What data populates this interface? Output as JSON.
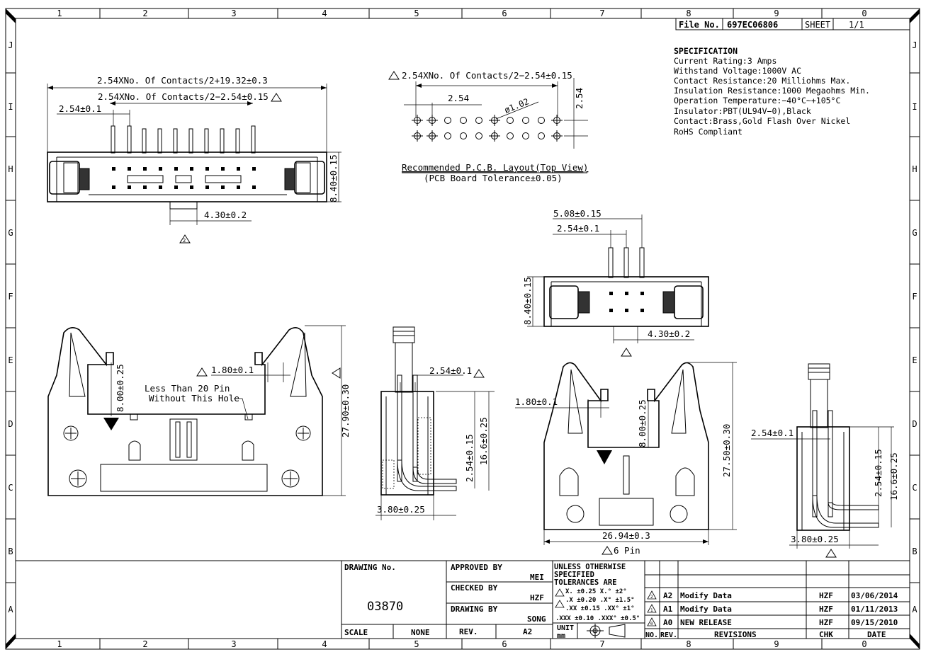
{
  "border": {
    "top_numbers": [
      "1",
      "2",
      "3",
      "4",
      "5",
      "6",
      "7",
      "8",
      "9",
      "0"
    ],
    "side_letters": [
      "J",
      "I",
      "H",
      "G",
      "F",
      "E",
      "D",
      "C",
      "B",
      "A"
    ]
  },
  "header": {
    "file_no_label": "File No.",
    "file_no_value": "697EC06806",
    "sheet_label": "SHEET",
    "sheet_value": "1/1"
  },
  "specification": {
    "title": "SPECIFICATION",
    "lines": [
      "Current Rating:3 Amps",
      "Withstand Voltage:1000V AC",
      "Contact Resistance:20 Milliohms Max.",
      "Insulation Resistance:1000 Megaohms Min.",
      "Operation Temperature:−40°C~+105°C",
      "Insulator:PBT(UL94V−0),Black",
      "Contact:Brass,Gold Flash Over Nickel",
      "RoHS Compliant"
    ]
  },
  "top_view": {
    "dim_overall": "2.54XNo. Of Contacts/2+19.32±0.3",
    "dim_span": "2.54XNo. Of Contacts/2−2.54±0.15",
    "dim_pitch": "2.54±0.1",
    "dim_height": "8.40±0.15",
    "dim_key": "4.30±0.2",
    "rev_mark": "2"
  },
  "pcb_layout": {
    "dim_span": "2.54XNo. Of Contacts/2−2.54±0.15",
    "dim_pitch": "2.54",
    "dim_row": "2.54",
    "dim_hole": "ø1.02",
    "caption": "Recommended P.C.B. Layout(Top View)",
    "tolerance": "(PCB Board Tolerance±0.05)"
  },
  "front_view": {
    "dim_slot": "1.80±0.1",
    "dim_depth": "8.00±0.25",
    "dim_height": "27.90±0.30",
    "note_line1": "Less Than 20 Pin",
    "note_line2": "Without This Hole"
  },
  "side_view": {
    "dim_pitch": "2.54±0.1",
    "dim_pin_a": "2.54±0.15",
    "dim_pin_b": "16.6±0.25",
    "dim_bottom": "3.80±0.25"
  },
  "six_pin_top": {
    "dim_a": "5.08±0.15",
    "dim_b": "2.54±0.1",
    "dim_height": "8.40±0.15",
    "dim_key": "4.30±0.2"
  },
  "six_pin_front": {
    "dim_slot": "1.80±0.1",
    "dim_depth": "8.00±0.25",
    "dim_height": "27.50±0.30",
    "dim_width": "26.94±0.3",
    "caption": "6 Pin"
  },
  "six_pin_side": {
    "dim_pitch": "2.54±0.1",
    "dim_pin_a": "2.54±0.15",
    "dim_pin_b": "16.6±0.25",
    "dim_bottom": "3.80±0.25"
  },
  "title_block": {
    "drawing_no_label": "DRAWING No.",
    "drawing_no": "03870",
    "scale_label": "SCALE",
    "scale_value": "NONE",
    "rev_label": "REV.",
    "rev_value": "A2",
    "approved_label": "APPROVED BY",
    "approved_value": "MEI",
    "checked_label": "CHECKED BY",
    "checked_value": "HZF",
    "drawing_by_label": "DRAWING BY",
    "drawing_by_value": "SONG",
    "tol_line1": "UNLESS OTHERWISE",
    "tol_line2": "SPECIFIED",
    "tol_line3": "TOLERANCES ARE",
    "tol_rows": [
      "X. ±0.25  X.° ±2°",
      ".X ±0.20  .X° ±1.5°",
      ".XX ±0.15 .XX° ±1°",
      ".XXX ±0.10 .XXX° ±0.5°"
    ],
    "unit_label": "UNIT",
    "unit_value": "mm",
    "no_label": "NO.",
    "rev_col_label": "REV.",
    "revisions_label": "REVISIONS",
    "chk_label": "CHK",
    "date_label": "DATE",
    "revisions": [
      {
        "mark": "2",
        "rev": "A2",
        "desc": "Modify Data",
        "chk": "HZF",
        "date": "03/06/2014"
      },
      {
        "mark": "1",
        "rev": "A1",
        "desc": "Modify Data",
        "chk": "HZF",
        "date": "01/11/2013"
      },
      {
        "mark": "0",
        "rev": "A0",
        "desc": "NEW RELEASE",
        "chk": "HZF",
        "date": "09/15/2010"
      }
    ]
  }
}
